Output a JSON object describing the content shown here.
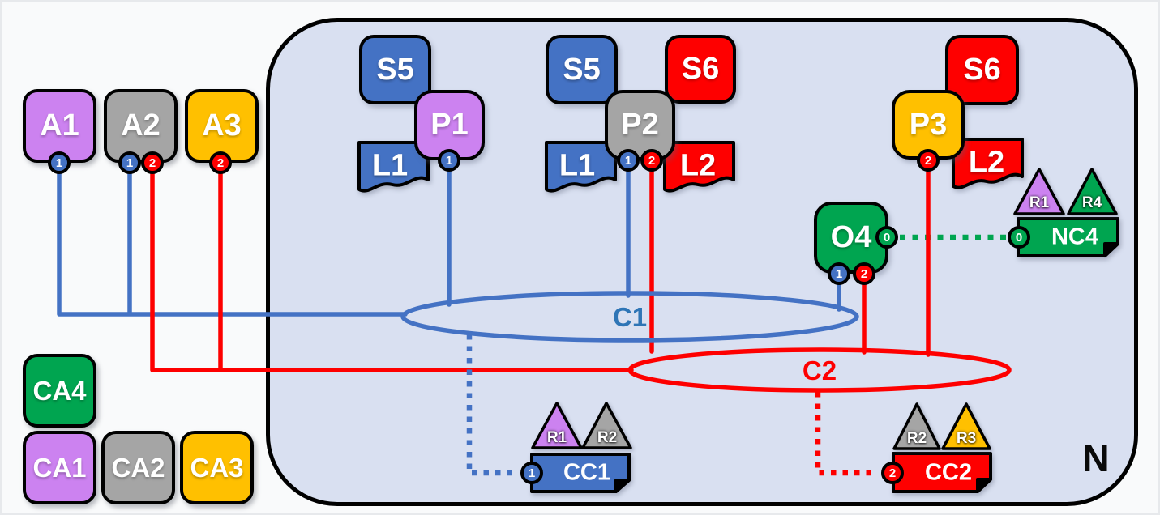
{
  "colors": {
    "blue": "#4472C4",
    "red": "#FE0000",
    "green": "#00A550",
    "purple": "#CC82F0",
    "gray": "#A5A5A5",
    "yellow": "#FFC000",
    "network_fill": "#D9E0F1",
    "c1_label": "#2E75B6",
    "c2_label": "#FE0000"
  },
  "network": {
    "label": "N"
  },
  "actors": {
    "a1": {
      "label": "A1",
      "port_blue": "1"
    },
    "a2": {
      "label": "A2",
      "port_blue": "1",
      "port_red": "2"
    },
    "a3": {
      "label": "A3",
      "port_red": "2"
    }
  },
  "actor_classes": {
    "ca4": {
      "label": "CA4"
    },
    "ca1": {
      "label": "CA1"
    },
    "ca2": {
      "label": "CA2"
    },
    "ca3": {
      "label": "CA3"
    }
  },
  "processes": {
    "p1": {
      "label": "P1",
      "store": "S5",
      "log": "L1",
      "port_blue": "1"
    },
    "p2": {
      "label": "P2",
      "store_left": "S5",
      "store_right": "S6",
      "log_left": "L1",
      "log_right": "L2",
      "port_blue": "1",
      "port_red": "2"
    },
    "p3": {
      "label": "P3",
      "store": "S6",
      "log": "L2",
      "port_red": "2"
    }
  },
  "orchestrator": {
    "label": "O4",
    "port_green": "0",
    "port_blue": "1",
    "port_red": "2"
  },
  "channels": {
    "c1": {
      "label": "C1"
    },
    "c2": {
      "label": "C2"
    }
  },
  "channel_connectors": {
    "cc1": {
      "label": "CC1",
      "port": "1",
      "role_left": "R1",
      "role_right": "R2"
    },
    "cc2": {
      "label": "CC2",
      "port": "2",
      "role_left": "R2",
      "role_right": "R3"
    },
    "nc4": {
      "label": "NC4",
      "port": "0",
      "role_left": "R1",
      "role_right": "R4"
    }
  }
}
